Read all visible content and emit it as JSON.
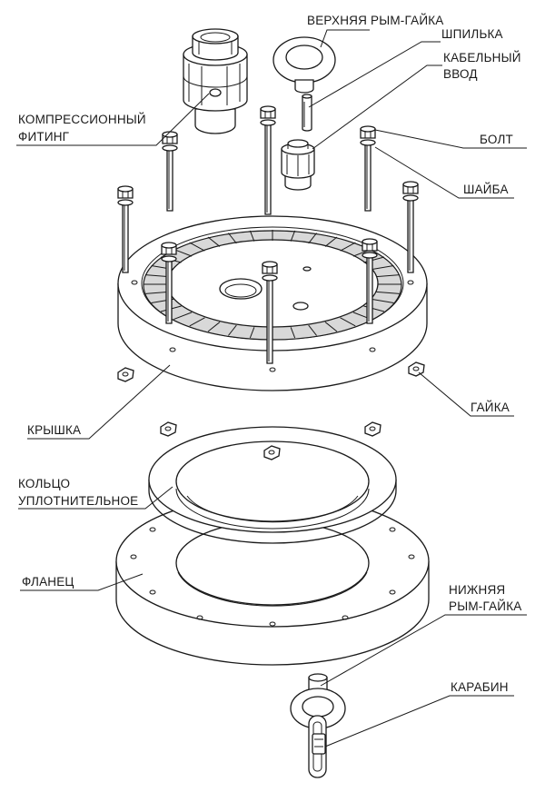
{
  "labels": {
    "upper_eyenut": "ВЕРХНЯЯ РЫМ-ГАЙКА",
    "stud": "ШПИЛЬКА",
    "cable_gland_1": "КАБЕЛЬНЫЙ",
    "cable_gland_2": "ВВОД",
    "compression_fitting_1": "КОМПРЕССИОННЫЙ",
    "compression_fitting_2": "ФИТИНГ",
    "bolt": "БОЛТ",
    "washer": "ШАЙБА",
    "nut": "ГАЙКА",
    "cover": "КРЫШКА",
    "seal_ring_1": "КОЛЬЦО",
    "seal_ring_2": "УПЛОТНИТЕЛЬНОЕ",
    "flange": "ФЛАНЕЦ",
    "lower_eyenut_1": "НИЖНЯЯ",
    "lower_eyenut_2": "РЫМ-ГАЙКА",
    "carabiner": "КАРАБИН"
  }
}
